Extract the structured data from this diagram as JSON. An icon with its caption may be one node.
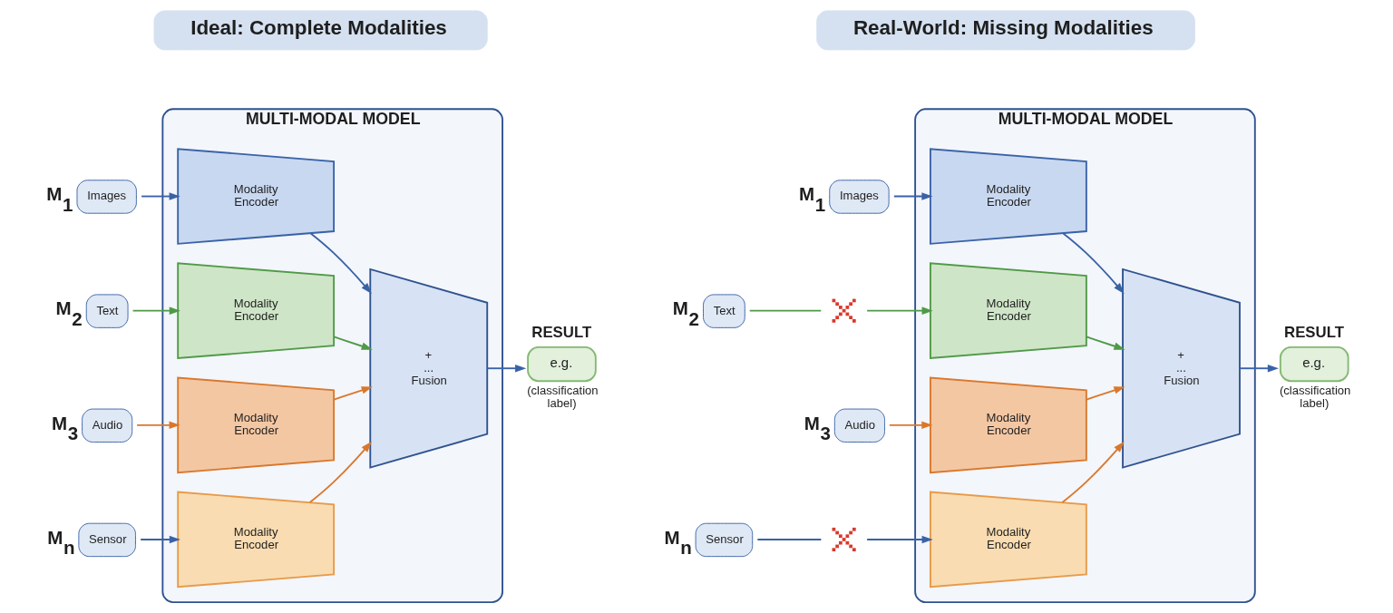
{
  "diagram": {
    "nodes": [
      {
        "text": [
          "Ideal: Complete Modalities"
        ]
      },
      {
        "text": [
          "Images"
        ],
        "beside": [
          "M$_{1}$"
        ]
      },
      {
        "text": [
          "Text"
        ],
        "beside": [
          "M$_{2}$"
        ]
      },
      {
        "text": [
          "Audio"
        ],
        "beside": [
          "M$_{3}$"
        ]
      },
      {
        "text": [
          "Sensor"
        ],
        "beside": [
          "M$_{n}$"
        ]
      },
      {
        "text": [
          "MULTI-MODAL MODEL"
        ]
      },
      {
        "text": [
          "Modality Encoder"
        ],
        "in": 5
      },
      {
        "text": [
          "Modality Encoder"
        ],
        "in": 5
      },
      {
        "text": [
          "Modality Encoder"
        ],
        "in": 5
      },
      {
        "text": [
          "Modality Encoder"
        ],
        "in": 5
      },
      {
        "text": [
          "+",
          "...",
          "Fusion"
        ],
        "in": 5
      },
      {
        "text": [
          "RESULT",
          "e.g."
        ],
        "beside": [
          "(classification label)"
        ]
      },
      {
        "text": [
          "Real-World: Missing Modalities"
        ]
      },
      {
        "text": [
          "Images"
        ],
        "beside": [
          "M$_{1}$"
        ]
      },
      {
        "text": [
          "Text"
        ],
        "beside": [
          "M$_{2}$"
        ]
      },
      {
        "text": [],
        "shape": "cross"
      },
      {
        "text": [
          "Audio"
        ],
        "beside": [
          "M$_{3}$"
        ]
      },
      {
        "text": [
          "Sensor"
        ],
        "beside": [
          "M$_{n}$"
        ]
      },
      {
        "text": [],
        "shape": "cross"
      },
      {
        "text": [
          "MULTI-MODAL MODEL"
        ]
      },
      {
        "text": [
          "Modality Encoder"
        ],
        "in": 19
      },
      {
        "text": [
          "Modality Encoder"
        ],
        "in": 19
      },
      {
        "text": [
          "Modality Encoder"
        ],
        "in": 19
      },
      {
        "text": [
          "Modality Encoder"
        ],
        "in": 19
      },
      {
        "text": [
          "+",
          "...",
          "Fusion"
        ],
        "in": 19
      },
      {
        "text": [
          "RESULT",
          "e.g."
        ],
        "beside": [
          "(classification label)"
        ]
      }
    ],
    "edges": [
      {
        "from": 1,
        "to": 6,
        "arrow": "to"
      },
      {
        "from": 2,
        "to": 7,
        "arrow": "to",
        "color": "#4f9a47"
      },
      {
        "from": 3,
        "to": 8,
        "arrow": "to",
        "color": "#d9782d"
      },
      {
        "from": 4,
        "to": 9,
        "arrow": "to"
      },
      {
        "from": 6,
        "to": 10,
        "arrow": "to"
      },
      {
        "from": 7,
        "to": 10,
        "arrow": "to",
        "color": "#4f9a47"
      },
      {
        "from": 8,
        "to": 10,
        "arrow": "to",
        "color": "#d9782d"
      },
      {
        "from": 9,
        "to": 10,
        "arrow": "to",
        "color": "#d9782d"
      },
      {
        "from": 10,
        "to": 11,
        "arrow": "to"
      },
      {
        "from": 13,
        "to": 20,
        "arrow": "to"
      },
      {
        "from": 14,
        "to": 15,
        "arrow": "none",
        "color": "#4f9a47"
      },
      {
        "from": 15,
        "to": 21,
        "arrow": "to",
        "color": "#4f9a47"
      },
      {
        "from": 16,
        "to": 22,
        "arrow": "to",
        "color": "#d9782d"
      },
      {
        "from": 17,
        "to": 18,
        "arrow": "none"
      },
      {
        "from": 18,
        "to": 23,
        "arrow": "to"
      },
      {
        "from": 20,
        "to": 24,
        "arrow": "to"
      },
      {
        "from": 21,
        "to": 24,
        "arrow": "to",
        "color": "#4f9a47"
      },
      {
        "from": 22,
        "to": 24,
        "arrow": "to",
        "color": "#d9782d"
      },
      {
        "from": 23,
        "to": 24,
        "arrow": "to",
        "color": "#d9782d"
      },
      {
        "from": 24,
        "to": 25,
        "arrow": "to"
      }
    ]
  }
}
